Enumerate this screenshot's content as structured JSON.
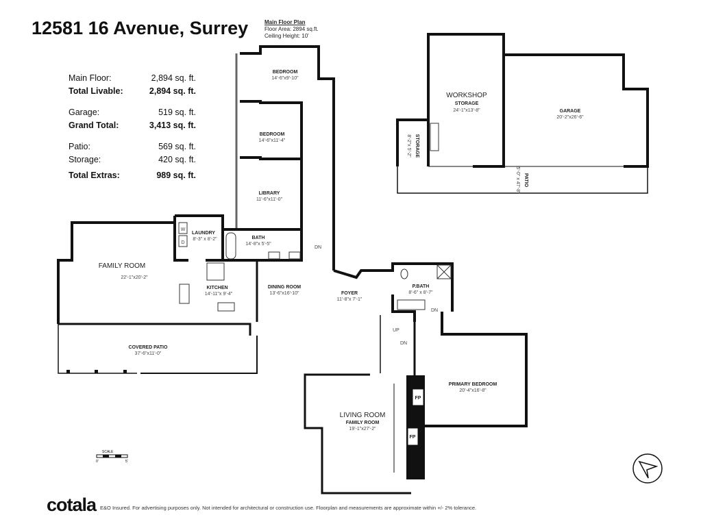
{
  "title": "12581 16 Avenue, Surrey",
  "floor_info": {
    "heading": "Main Floor Plan",
    "area": "Floor Area: 2894 sq.ft.",
    "ceiling": "Ceiling Height: 10'"
  },
  "areas": [
    {
      "label": "Main Floor:",
      "value": "2,894 sq. ft.",
      "bold": false
    },
    {
      "label": "Total Livable:",
      "value": "2,894 sq. ft.",
      "bold": true
    },
    {
      "label": "Garage:",
      "value": "519 sq. ft.",
      "bold": false
    },
    {
      "label": "Grand Total:",
      "value": "3,413 sq. ft.",
      "bold": true
    },
    {
      "label": "Patio:",
      "value": "569 sq. ft.",
      "bold": false
    },
    {
      "label": "Storage:",
      "value": "420 sq. ft.",
      "bold": false
    },
    {
      "label": "Total Extras:",
      "value": "989 sq. ft.",
      "bold": true
    }
  ],
  "rooms": {
    "bedroom1": {
      "name": "BEDROOM",
      "dim": "14'-6\"x9'-10\""
    },
    "bedroom2": {
      "name": "BEDROOM",
      "dim": "14'-6\"x11'-4\""
    },
    "library": {
      "name": "LIBRARY",
      "dim": "11'-6\"x11'-0\""
    },
    "bath": {
      "name": "BATH",
      "dim": "14'-8\"x 5'-5\""
    },
    "laundry": {
      "name": "LAUNDRY",
      "dim": "8'-3\" x 8'-2\""
    },
    "family": {
      "name": "FAMILY ROOM",
      "dim": "22'-1\"x20'-2\""
    },
    "kitchen": {
      "name": "KITCHEN",
      "dim": "14'-11\"x 9'-4\""
    },
    "dining": {
      "name": "DINING ROOM",
      "dim": "13'-6\"x16'-10\""
    },
    "foyer": {
      "name": "FOYER",
      "dim": "11'-8\"x 7'-1\""
    },
    "pbath": {
      "name": "P.BATH",
      "dim": "8'-6\" x 8'-7\""
    },
    "patio_cov": {
      "name": "COVERED PATIO",
      "dim": "37'-6\"x11'-0\""
    },
    "living": {
      "name": "LIVING ROOM",
      "sub": "FAMILY ROOM",
      "dim": "19'-1\"x27'-2\""
    },
    "primary": {
      "name": "PRIMARY BEDROOM",
      "dim": "20'-4\"x16'-8\""
    },
    "workshop": {
      "name": "WORKSHOP",
      "sub": "STORAGE",
      "dim": "24'-1\"x13'-8\""
    },
    "garage": {
      "name": "GARAGE",
      "dim": "20'-2\"x26'-6\""
    },
    "storage": {
      "name": "STORAGE",
      "dim": "8'-2\"x 5'-2\""
    },
    "patio": {
      "name": "PATIO",
      "dim": "5'-0\" x 47'-8\""
    }
  },
  "markers": {
    "w": "W",
    "d": "D",
    "fp": "FP",
    "dn": "DN",
    "up": "UP"
  },
  "scale": {
    "label": "SCALE",
    "zero": "0'",
    "five": "5'"
  },
  "compass_icon": "north-arrow-icon",
  "footer": {
    "logo": "cotala",
    "disclaimer": "E&O Insured. For advertising purposes only. Not intended for architectural or construction use. Floorplan and measurements are approximate within +/- 2% tolerance."
  }
}
